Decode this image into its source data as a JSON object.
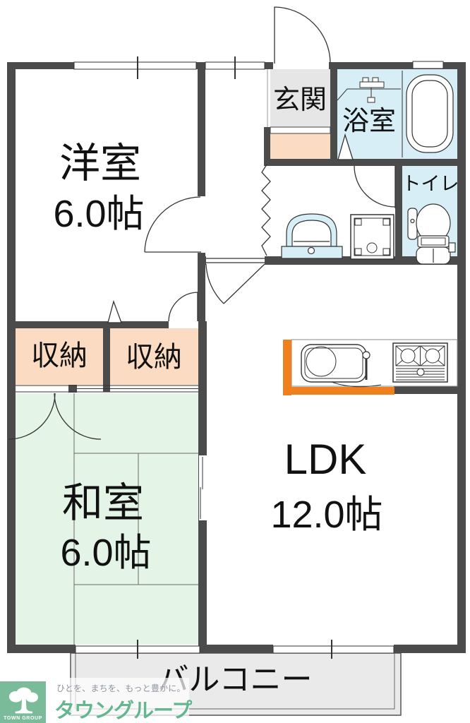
{
  "rooms": {
    "yoshitsu": {
      "label": "洋室",
      "size": "6.0帖"
    },
    "genkan": {
      "label": "玄関"
    },
    "bathroom": {
      "label": "浴室"
    },
    "toilet": {
      "label": "トイレ"
    },
    "closet_left": {
      "label": "収納"
    },
    "closet_right": {
      "label": "収納"
    },
    "washitsu": {
      "label": "和室",
      "size": "6.0帖"
    },
    "ldk": {
      "label": "LDK",
      "size": "12.0帖"
    },
    "balcony": {
      "label": "バルコニー"
    }
  },
  "branding": {
    "logo_text": "TOWN GROUP",
    "tagline": "ひとを、まちを、もっと豊かに。",
    "brand_name": "タウングループ"
  },
  "colors": {
    "wall": "#4b4b4b",
    "tatami_green": "#e4f4e6",
    "water_blue": "#d8eef6",
    "closet_peach": "#fbdcc2",
    "genkan_gray": "#e6e6e6",
    "balcony_gray": "#eaeaea",
    "kitchen_orange": "#f0801e",
    "brand_green": "#63b690",
    "logo_bg_green": "#7abb9a",
    "tagline_gray": "#8b929c"
  }
}
